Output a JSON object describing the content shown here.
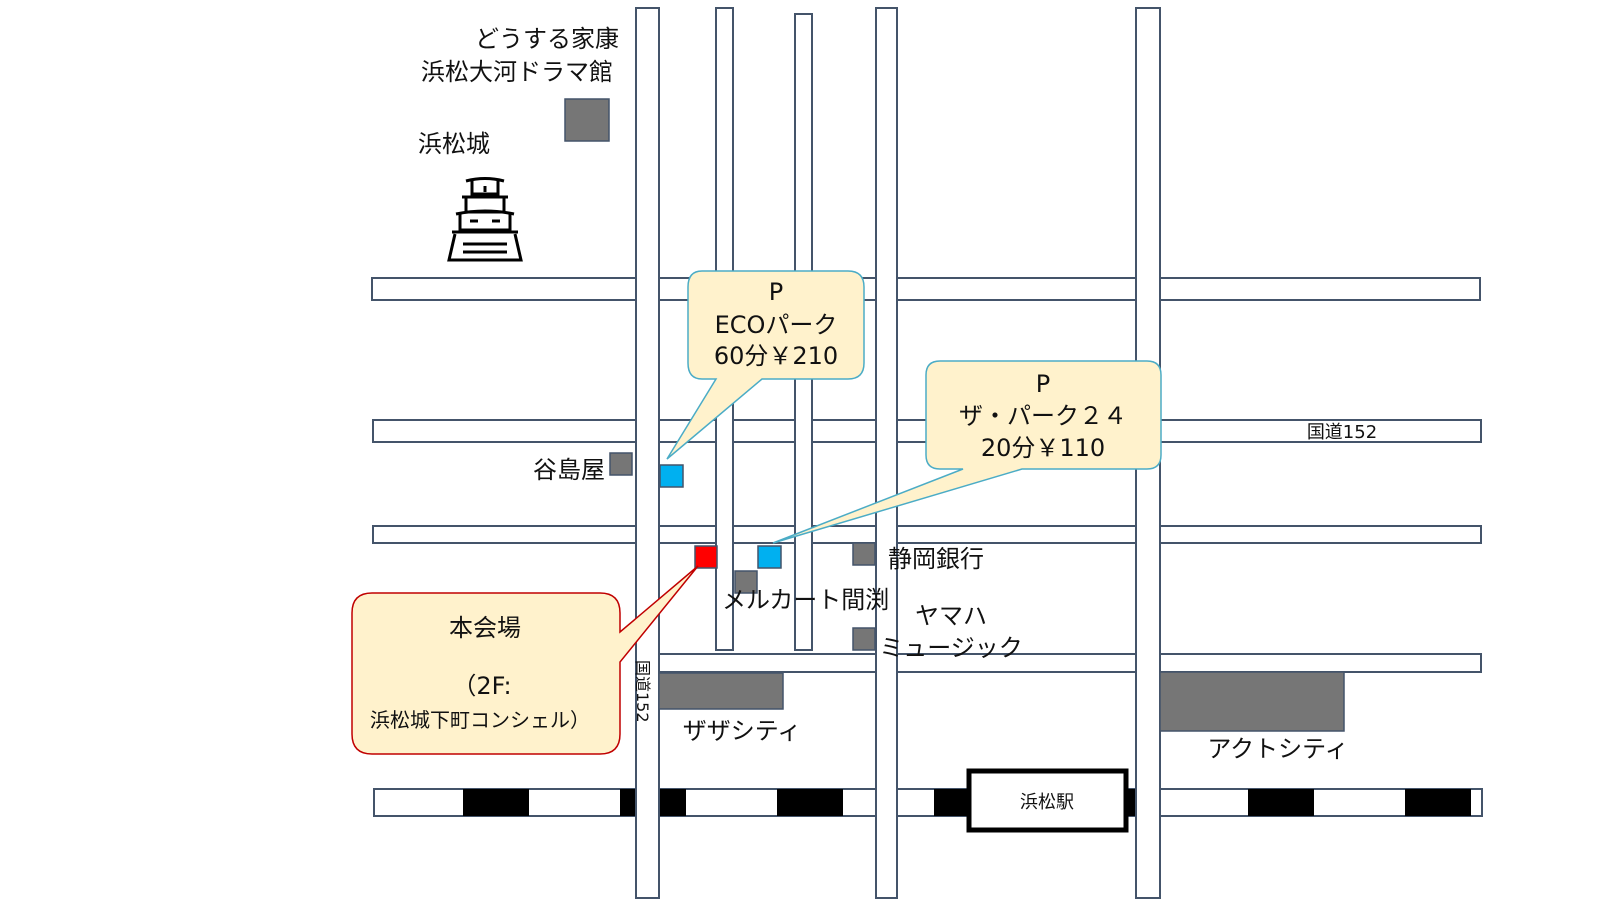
{
  "landmarks": {
    "drama_hall_line1": "どうする家康",
    "drama_hall_line2": "浜松大河ドラマ館",
    "castle": "浜松城",
    "tanishimaya": "谷島屋",
    "shizuoka_bank": "静岡銀行",
    "mercart": "メルカート間渕",
    "yamaha_line1": "ヤマハ",
    "yamaha_line2": "ミュージック",
    "zazacity": "ザザシティ",
    "actcity": "アクトシティ",
    "station": "浜松駅"
  },
  "roads": {
    "route152_horizontal": "国道152",
    "route152_vertical": "国道152"
  },
  "parking": [
    {
      "mark": "P",
      "name": "ECOパーク",
      "rate": "60分￥210"
    },
    {
      "mark": "P",
      "name": "ザ・パーク２４",
      "rate": "20分￥110"
    }
  ],
  "venue": {
    "title": "本会場",
    "floor": "（2F:",
    "building": "浜松城下町コンシェル）"
  },
  "colors": {
    "road_stroke": "#44546a",
    "building_fill": "#767676",
    "parking_fill": "#00b0f0",
    "venue_fill": "#ff0000",
    "callout_fill": "#fff2cc",
    "parking_callout_stroke": "#4bacc6",
    "venue_callout_stroke": "#c00000",
    "venue_text": "#c00000",
    "parking_text": "#1f3864"
  }
}
